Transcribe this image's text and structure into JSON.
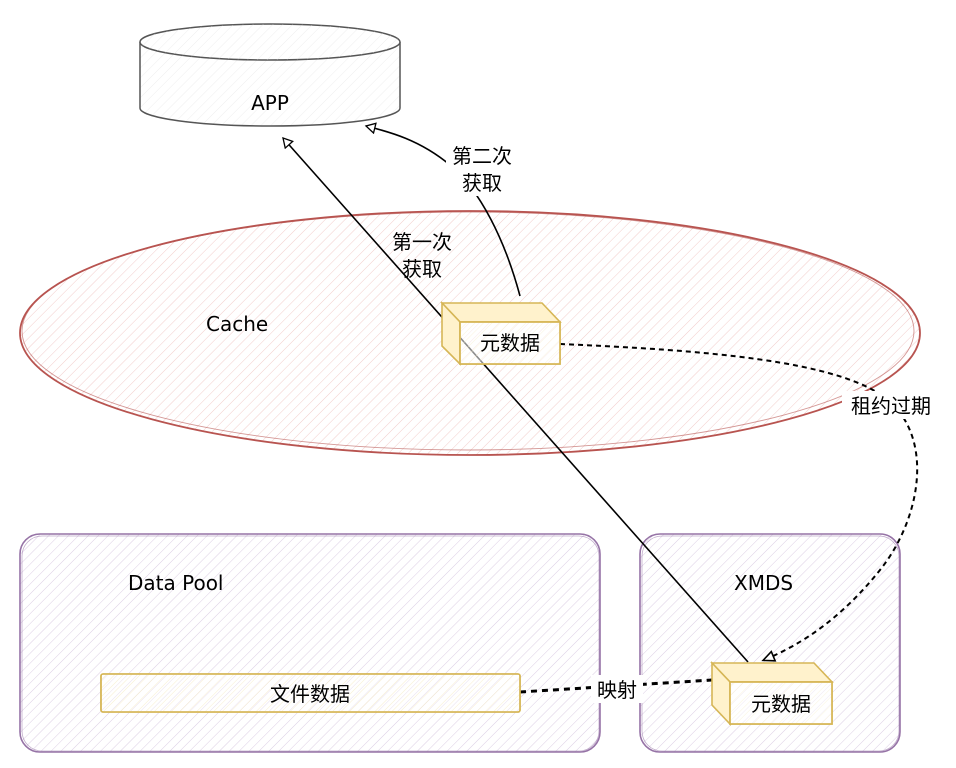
{
  "nodes": {
    "app": {
      "label": "APP"
    },
    "cache": {
      "label": "Cache"
    },
    "cache_meta": {
      "label": "元数据"
    },
    "data_pool": {
      "label": "Data Pool"
    },
    "file_data": {
      "label": "文件数据"
    },
    "xmds": {
      "label": "XMDS"
    },
    "xmds_meta": {
      "label": "元数据"
    }
  },
  "edges": {
    "first_fetch": {
      "line1": "第一次",
      "line2": "获取"
    },
    "second_fetch": {
      "line1": "第二次",
      "line2": "获取"
    },
    "lease_expire": {
      "label": "租约过期"
    },
    "mapping": {
      "label": "映射"
    }
  },
  "colors": {
    "app_stroke": "#555555",
    "cache_stroke": "#b85450",
    "cache_fill": "#f8cecc",
    "meta_stroke": "#d6b656",
    "meta_fill": "#fff2cc",
    "pool_stroke": "#9673a6",
    "pool_fill": "#e1d5e7"
  }
}
